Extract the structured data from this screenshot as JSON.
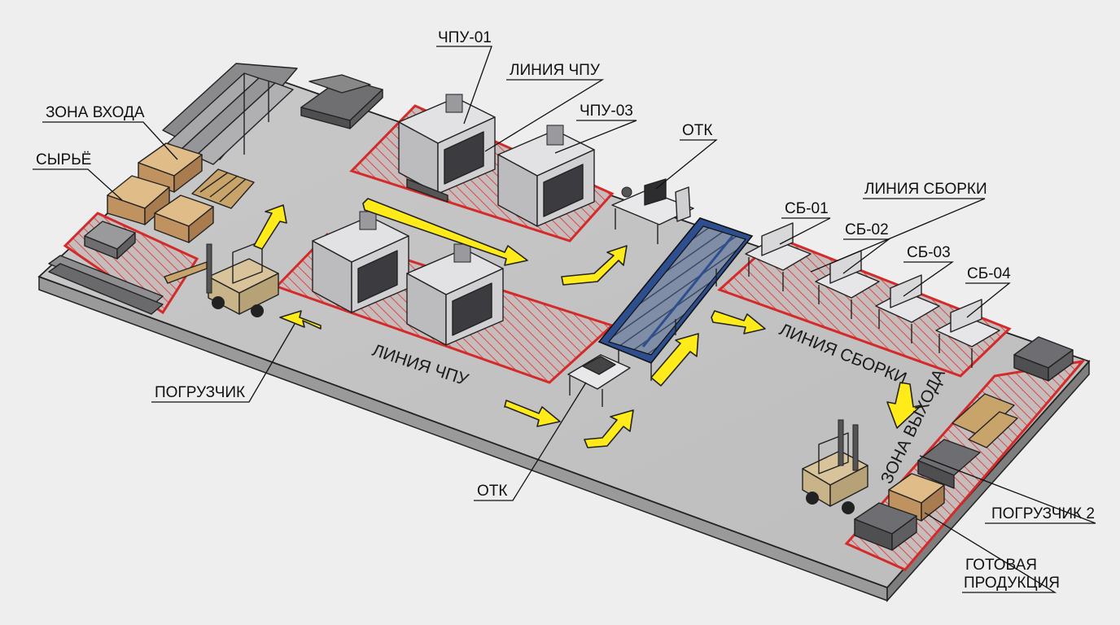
{
  "labels": {
    "zona_vhoda": "ЗОНА ВХОДА",
    "syrie": "СЫРЬЁ",
    "chpu01": "ЧПУ-01",
    "liniya_chpu_top": "ЛИНИЯ ЧПУ",
    "chpu03": "ЧПУ-03",
    "otk_top": "ОТК",
    "liniya_sborki_top": "ЛИНИЯ СБОРКИ",
    "sb01": "СБ-01",
    "sb02": "СБ-02",
    "sb03": "СБ-03",
    "sb04": "СБ-04",
    "pogruzchik": "ПОГРУЗЧИК",
    "otk_bottom": "ОТК",
    "pogruzchik2": "ПОГРУЗЧИК 2",
    "gotovaya_1": "ГОТОВАЯ",
    "gotovaya_2": "ПРОДУКЦИЯ"
  },
  "floor_labels": {
    "liniya_chpu": "ЛИНИЯ ЧПУ",
    "liniya_sborki": "ЛИНИЯ СБОРКИ",
    "zona_vyhoda": "ЗОНА ВЫХОДА"
  },
  "colors": {
    "background": "#eeeeee",
    "floor_top": "#c3c3c3",
    "floor_side": "#8d8d8d",
    "zone_line": "#d42a2a",
    "arrow": "#ffeb1a",
    "machine": "#d5d5d7",
    "conveyor": "#2d4f8f",
    "forklift": "#c9b48a",
    "cardboard": "#c9a26e",
    "pallet": "#c8a46a"
  },
  "icons": [
    "cnc-machine-icon",
    "forklift-icon",
    "conveyor-icon",
    "workbench-icon",
    "inspection-station-icon",
    "pallet-icon",
    "box-stack-icon"
  ]
}
